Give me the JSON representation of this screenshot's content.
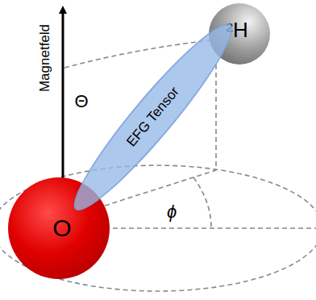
{
  "diagram": {
    "nodes": [
      {
        "text": [
          "O"
        ]
      },
      {
        "text": [
          "²H"
        ]
      },
      {
        "text": [
          "EFG Tensor"
        ]
      }
    ],
    "labels": [
      "Magnetfeld",
      "Θ",
      "ϕ"
    ]
  }
}
